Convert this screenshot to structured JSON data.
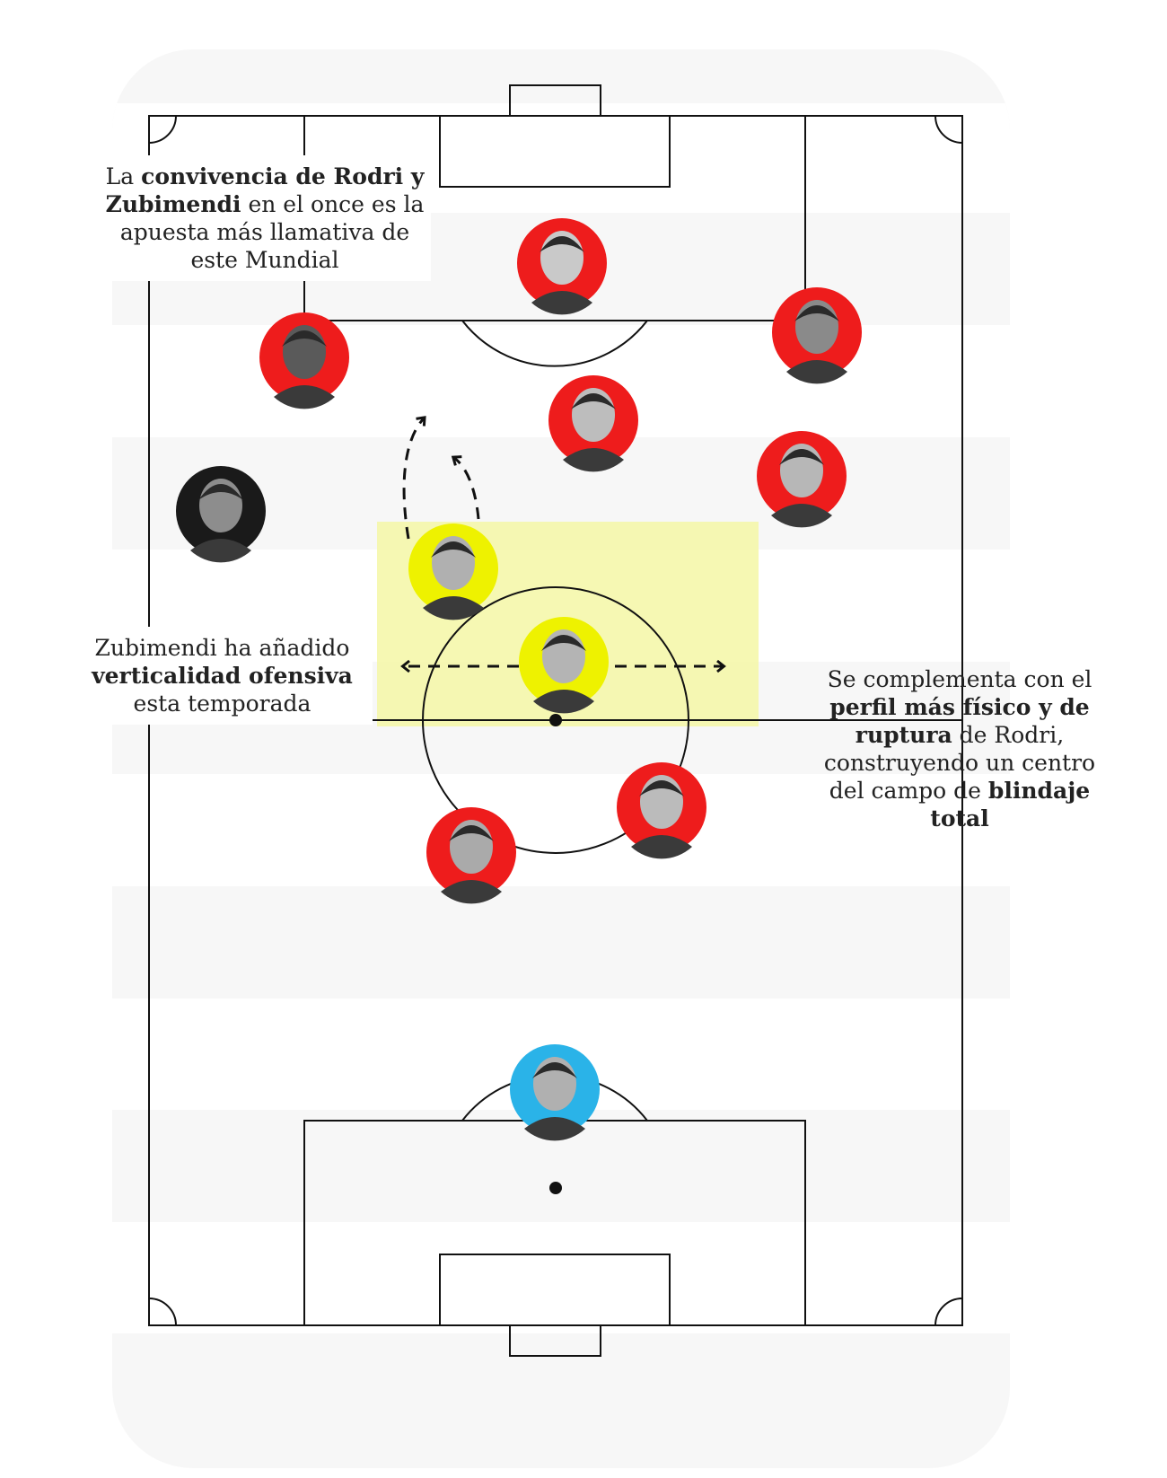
{
  "notes": {
    "top": {
      "p1": "La ",
      "b1": "convivencia de Rodri y",
      "br": "Zubimendi",
      "p2": " en el once es la apuesta más llamativa de este Mundial"
    },
    "mid": {
      "p1": "Zubimendi ha añadido",
      "b1": "verticalidad ofensiva",
      "p2": "esta temporada"
    },
    "right": {
      "p1": "Se complementa con el ",
      "b1": "perfil más físico y de ruptura",
      "p2": " de Rodri, construyendo un centro del campo de ",
      "b2": "blindaje total"
    }
  },
  "colors": {
    "outfield": "#ee1c1c",
    "highlight": "#eef200",
    "goalkeeper": "#2ab3e8",
    "dark_ring": "#1a1a1a",
    "zone": "#f4f7a6",
    "stripe": "#f5f5f5",
    "line": "#111111"
  },
  "players": [
    {
      "id": "forward-center",
      "ring": "outfield",
      "face": "#c9c9c9"
    },
    {
      "id": "forward-left",
      "ring": "outfield",
      "face": "#5a5a5a"
    },
    {
      "id": "forward-right",
      "ring": "outfield",
      "face": "#8a8a8a"
    },
    {
      "id": "attacking-mid",
      "ring": "outfield",
      "face": "#bdbdbd"
    },
    {
      "id": "right-mid",
      "ring": "outfield",
      "face": "#b7b7b7"
    },
    {
      "id": "left-back",
      "ring": "dark_ring",
      "face": "#8d8d8d"
    },
    {
      "id": "zubimendi",
      "ring": "highlight",
      "face": "#b0b0b0"
    },
    {
      "id": "rodri",
      "ring": "highlight",
      "face": "#b4b4b4"
    },
    {
      "id": "center-back-left",
      "ring": "outfield",
      "face": "#aaaaaa"
    },
    {
      "id": "center-back-right",
      "ring": "outfield",
      "face": "#bbbbbb"
    },
    {
      "id": "goalkeeper",
      "ring": "goalkeeper",
      "face": "#b0b0b0"
    }
  ]
}
